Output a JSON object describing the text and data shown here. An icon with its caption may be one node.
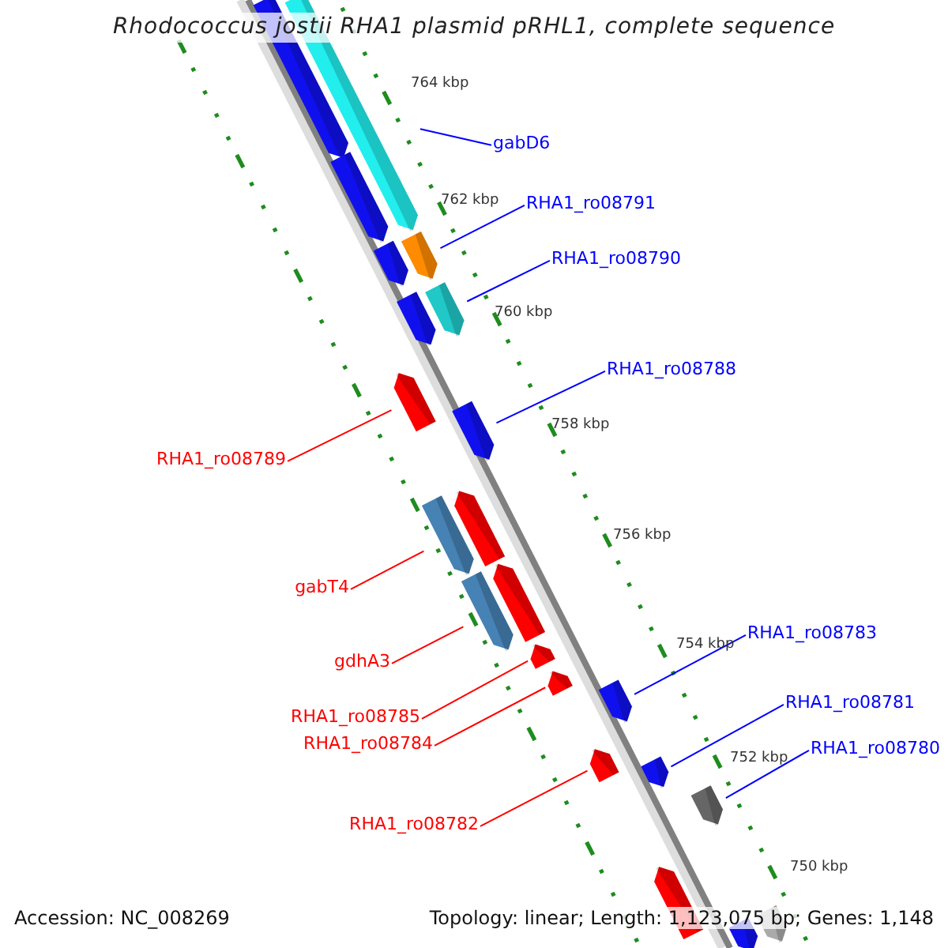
{
  "diagram": {
    "title": "Rhodococcus jostii RHA1 plasmid pRHL1, complete sequence",
    "nodes": [
      {
        "text": [
          "gabD6"
        ]
      },
      {
        "text": [
          "RHA1_ro08791"
        ]
      },
      {
        "text": [
          "RHA1_ro08790"
        ]
      },
      {
        "text": [
          "RHA1_ro08788"
        ]
      },
      {
        "text": [
          "RHA1_ro08789"
        ]
      },
      {
        "text": [
          "gabT4"
        ]
      },
      {
        "text": [
          "RHA1_ro08783"
        ]
      },
      {
        "text": [
          "gdhA3"
        ]
      },
      {
        "text": [
          "RHA1_ro08781"
        ]
      },
      {
        "text": [
          "RHA1_ro08785"
        ]
      },
      {
        "text": [
          "RHA1_ro08784"
        ]
      },
      {
        "text": [
          "RHA1_ro08780"
        ]
      },
      {
        "text": [
          "RHA1_ro08782"
        ]
      },
      {
        "text": [],
        "shape": "bar"
      },
      {
        "text": [],
        "shape": "bar"
      },
      {
        "text": [],
        "shape": "bar"
      },
      {
        "text": [],
        "shape": "bar"
      },
      {
        "text": [],
        "shape": "bar"
      },
      {
        "text": [],
        "shape": "bar"
      },
      {
        "text": [],
        "shape": "bar"
      },
      {
        "text": [],
        "shape": "bar"
      },
      {
        "text": [],
        "shape": "bar"
      },
      {
        "text": [],
        "shape": "bar"
      },
      {
        "text": [],
        "shape": "bar"
      },
      {
        "text": [],
        "shape": "bar"
      },
      {
        "text": [],
        "shape": "bar"
      },
      {
        "text": [],
        "shape": "bar"
      },
      {
        "text": [],
        "shape": "bar"
      },
      {
        "text": [],
        "shape": "bar"
      },
      {
        "text": [],
        "shape": "bar"
      },
      {
        "text": [],
        "shape": "bar"
      },
      {
        "text": [],
        "shape": "bar"
      },
      {
        "text": [],
        "shape": "bar"
      },
      {
        "text": [],
        "shape": "bar"
      },
      {
        "text": [],
        "shape": "bar"
      }
    ],
    "edges": [
      {
        "from": 0,
        "to": 14,
        "arrow": "none"
      },
      {
        "from": 1,
        "to": 16,
        "arrow": "none"
      },
      {
        "from": 2,
        "to": 18,
        "arrow": "none"
      },
      {
        "from": 3,
        "to": 21,
        "arrow": "none"
      },
      {
        "from": 4,
        "to": 20,
        "arrow": "none",
        "color": "#ff0000"
      },
      {
        "from": 5,
        "to": 23,
        "arrow": "none",
        "color": "#ff0000"
      },
      {
        "from": 6,
        "to": 28,
        "arrow": "none"
      },
      {
        "from": 7,
        "to": 25,
        "arrow": "none",
        "color": "#ff0000"
      },
      {
        "from": 8,
        "to": 30,
        "arrow": "none"
      },
      {
        "from": 9,
        "to": 26,
        "arrow": "none",
        "color": "#ff0000"
      },
      {
        "from": 10,
        "to": 27,
        "arrow": "none",
        "color": "#ff0000"
      },
      {
        "from": 11,
        "to": 31,
        "arrow": "none"
      },
      {
        "from": 12,
        "to": 29,
        "arrow": "none",
        "color": "#ff0000"
      }
    ],
    "labels": [
      "764 kbp",
      "762 kbp",
      "760 kbp",
      "758 kbp",
      "756 kbp",
      "754 kbp",
      "752 kbp",
      "750 kbp",
      "Accession: NC_008269",
      "Topology: linear; Length: 1,123,075 bp; Genes: 1,148"
    ]
  }
}
